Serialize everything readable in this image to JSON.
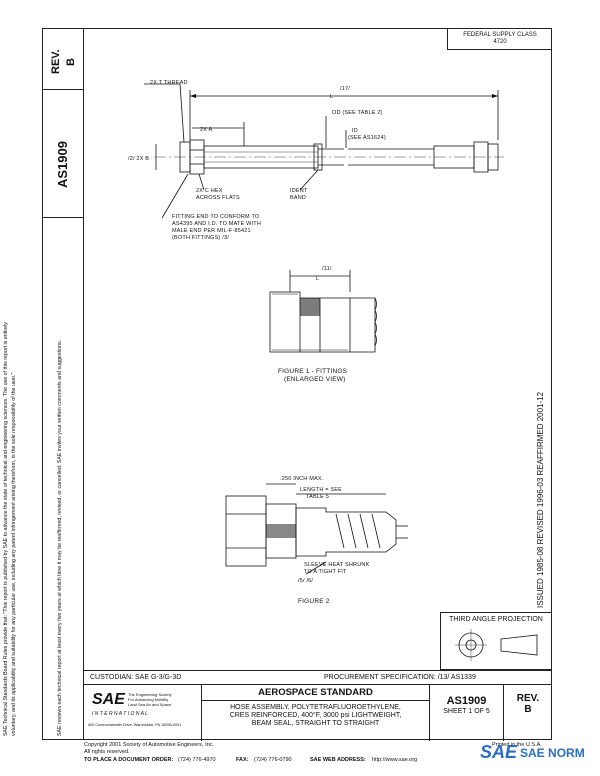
{
  "header": {
    "federal_supply_class_label": "FEDERAL SUPPLY CLASS",
    "federal_supply_class_value": "4720"
  },
  "sidebar": {
    "rev_label": "REV.",
    "rev_value": "B",
    "doc_number": "AS1909",
    "disclaimer_line1": "SAE Technical Standards Board Rules provide that: \"This report is published by SAE to advance the state of technical and engineering sciences. The use of this report is entirely",
    "disclaimer_line2": "voluntary, and its applicability and suitability for any particular use, including any patent infringement arising therefrom, is the sole responsibility of the user.\"",
    "disclaimer_line3": "SAE reviews each technical report at least every five years at which time it may be reaffirmed, revised, or cancelled. SAE invites your written comments and suggestions.",
    "revision_history": "ISSUED 1985-08     REVISED 1996-03     REAFFIRMED 2001-12"
  },
  "drawing": {
    "thread_label": "2X  T  THREAD",
    "ref_17_top": "/17/",
    "length_l": "L",
    "od_label": "OD  (SEE  TABLE  2)",
    "id_label": "ID",
    "id_see": "(SEE  AS1624)",
    "two_x_a": "2X  A",
    "ref_2x_b": "/2/  2X  B",
    "hex_label_1": "2X  C  HEX",
    "hex_label_2": "ACROSS  FLATS",
    "ident_label_1": "IDENT",
    "ident_label_2": "BAND",
    "note_1": "FITTING END TO CONFORM TO",
    "note_2": "AS4395 AND I.D. TO MATE WITH",
    "note_3": "MALE END PER MIL-F-85421",
    "note_4": "(BOTH FITTINGS)  /3/",
    "fig1_ref": "/11/",
    "fig1_l": "L",
    "fig1_caption_1": "FIGURE 1 - FITTINGS",
    "fig1_caption_2": "(ENLARGED VIEW)",
    "fig2_dim": ".250  INCH  MAX.",
    "fig2_length": "LENGTH  =  SEE",
    "fig2_table": "TABLE  5",
    "fig2_sleeve_1": "SLEEVE  HEAT  SHRUNK",
    "fig2_sleeve_2": "TO  A  TIGHT  FIT",
    "fig2_refs": "/5/   /6/",
    "fig2_caption": "FIGURE 2"
  },
  "projection": {
    "title": "THIRD ANGLE PROJECTION"
  },
  "title_block": {
    "custodian": "CUSTODIAN:  SAE G-3/G-3D",
    "procurement": "PROCUREMENT SPECIFICATION:  /13/ AS1339",
    "logo_text": "SAE",
    "logo_sub_1": "The Engineering Society",
    "logo_sub_2": "For Advancing Mobility",
    "logo_sub_3": "Land Sea Air and Space",
    "logo_intl": "I N T E R N A T I O N A L",
    "logo_address": "400 Commonwealth Drive, Warrendale, PA 15096-0001",
    "standard_heading": "AEROSPACE STANDARD",
    "desc_1": "HOSE ASSEMBLY, POLYTETRAFLUOROETHYLENE,",
    "desc_2": "CRES REINFORCED, 400°F, 3000 psi LIGHTWEIGHT,",
    "desc_3": "BEAM SEAL, STRAIGHT TO STRAIGHT",
    "doc_number": "AS1909",
    "sheet": "SHEET 1 OF 5",
    "rev_label": "REV.",
    "rev_value": "B"
  },
  "footer": {
    "copyright": "Copyright 2001 Society of Automotive Engineers, Inc.",
    "rights": "All rights reserved.",
    "printed": "Printed in the U.S.A.",
    "order_label": "TO PLACE A DOCUMENT ORDER:",
    "order_phone": "(724) 776-4970",
    "fax_label": "FAX:",
    "fax_number": "(724) 776-0790",
    "web_label": "SAE WEB ADDRESS:",
    "web_address": "http://www.sae.org"
  },
  "watermark": {
    "logo": "SAE",
    "text": "SAE NORM"
  },
  "colors": {
    "ink": "#111111",
    "watermark_blue": "#2a6fc0"
  }
}
